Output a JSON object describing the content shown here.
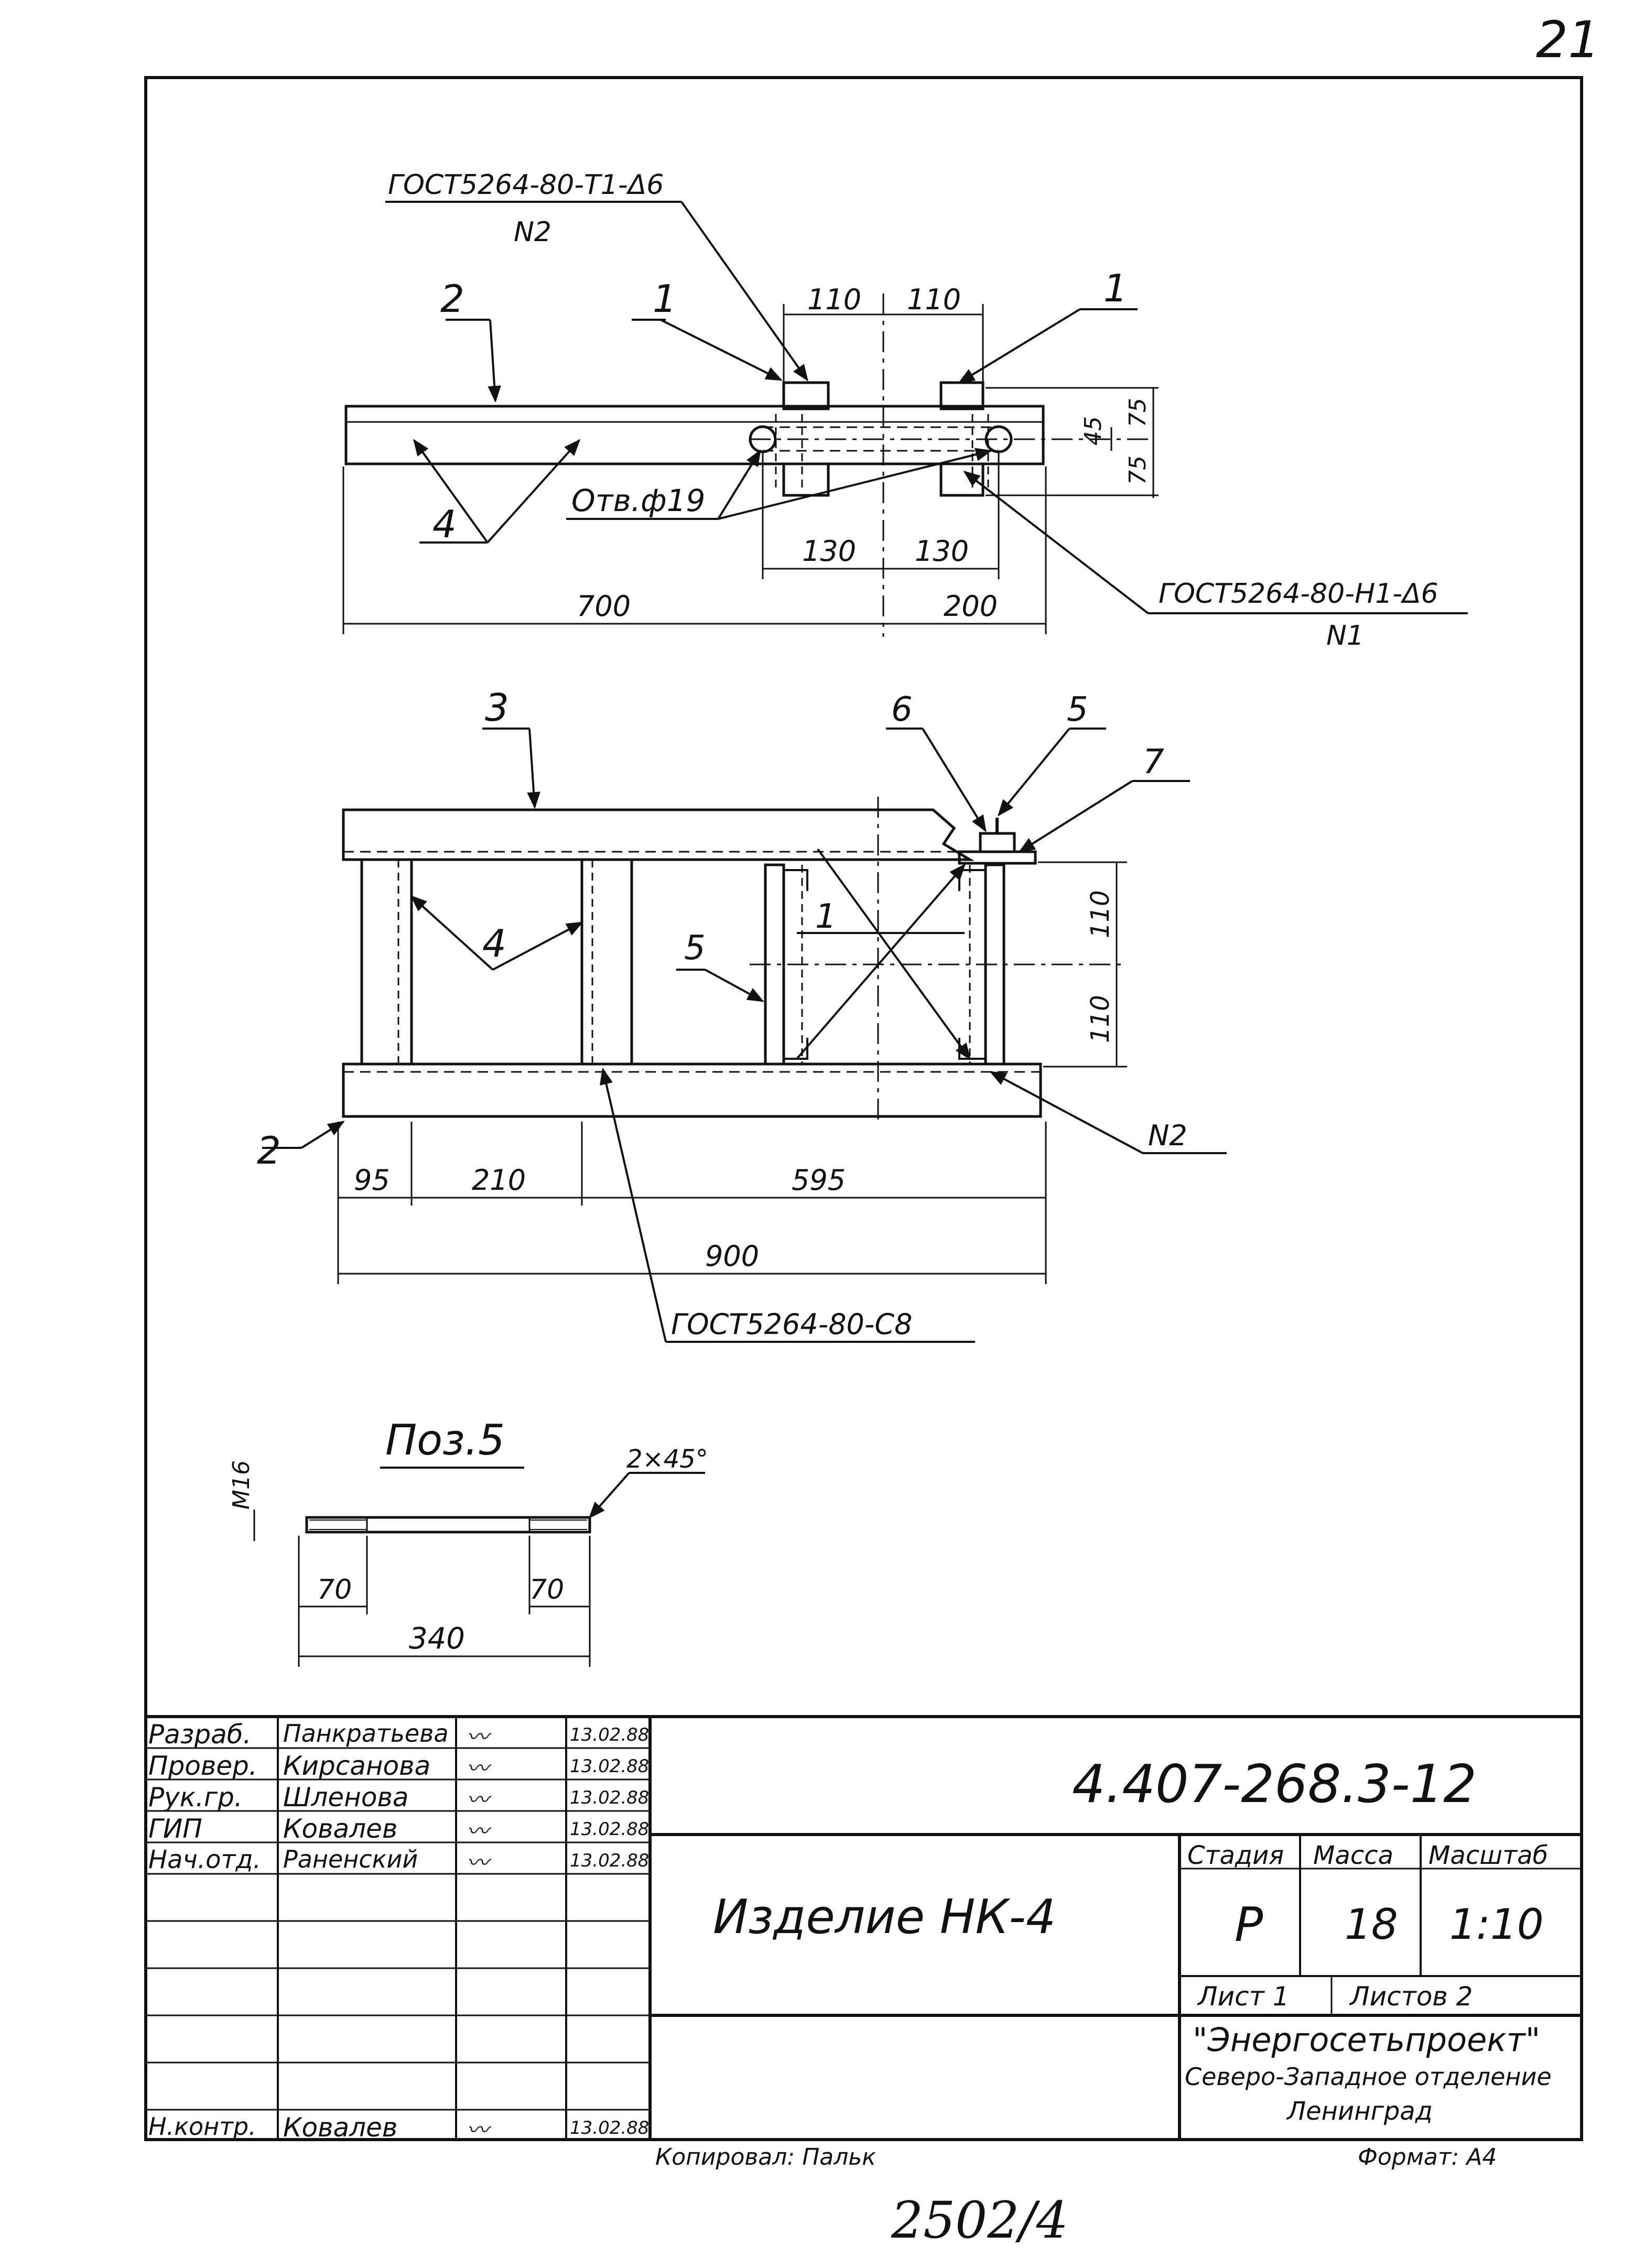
{
  "page_number": "21",
  "top_view": {
    "weld_callout_top": "ГОСТ5264-80-Т1-Δ6",
    "weld_callout_top_sub": "N2",
    "weld_callout_right": "ГОСТ5264-80-Н1-Δ6",
    "weld_callout_right_sub": "N1",
    "hole_label": "Отв.ф19",
    "pos_labels": [
      "2",
      "1",
      "1",
      "4"
    ],
    "dimensions": {
      "top_110_left": "110",
      "top_110_right": "110",
      "bottom_130_left": "130",
      "bottom_130_right": "130",
      "overall_700": "700",
      "overall_200": "200",
      "side_45": "45",
      "side_75_top": "75",
      "side_75_bottom": "75"
    }
  },
  "front_view": {
    "pos_labels": [
      "3",
      "6",
      "5",
      "7",
      "4",
      "5",
      "1",
      "2"
    ],
    "weld_callout": "ГОСТ5264-80-С8",
    "weld_ref": "N2",
    "dimensions": {
      "d95": "95",
      "d210": "210",
      "d595": "595",
      "d900": "900",
      "v110_top": "110",
      "v110_bottom": "110"
    }
  },
  "detail_pos5": {
    "title": "Поз.5",
    "thread_label": "М16",
    "chamfer": "2×45°",
    "d70_left": "70",
    "d70_right": "70",
    "d340": "340"
  },
  "title_block": {
    "roles": [
      "Разраб.",
      "Провер.",
      "Рук.гр.",
      "ГИП",
      "Нач.отд.",
      "Н.контр."
    ],
    "names": [
      "Панкратьева",
      "Кирсанова",
      "Шленова",
      "Ковалев",
      "Раненский",
      "Ковалев"
    ],
    "dates": [
      "13.02.88",
      "13.02.88",
      "13.02.88",
      "13.02.88",
      "13.02.88",
      "13.02.88"
    ],
    "doc_code": "4.407-268.3-12",
    "product_name": "Изделие НК-4",
    "stage_label": "Стадия",
    "mass_label": "Масса",
    "scale_label": "Масштаб",
    "stage_value": "Р",
    "mass_value": "18",
    "scale_value": "1:10",
    "sheet_label": "Лист 1",
    "sheets_label": "Листов 2",
    "org_name": "\"Энергосетьпроект\"",
    "org_division": "Северо-Западное отделение",
    "org_city": "Ленинград"
  },
  "footer": {
    "copied": "Копировал: Пальк",
    "format": "Формат: А4",
    "archive_no": "2502/4"
  }
}
